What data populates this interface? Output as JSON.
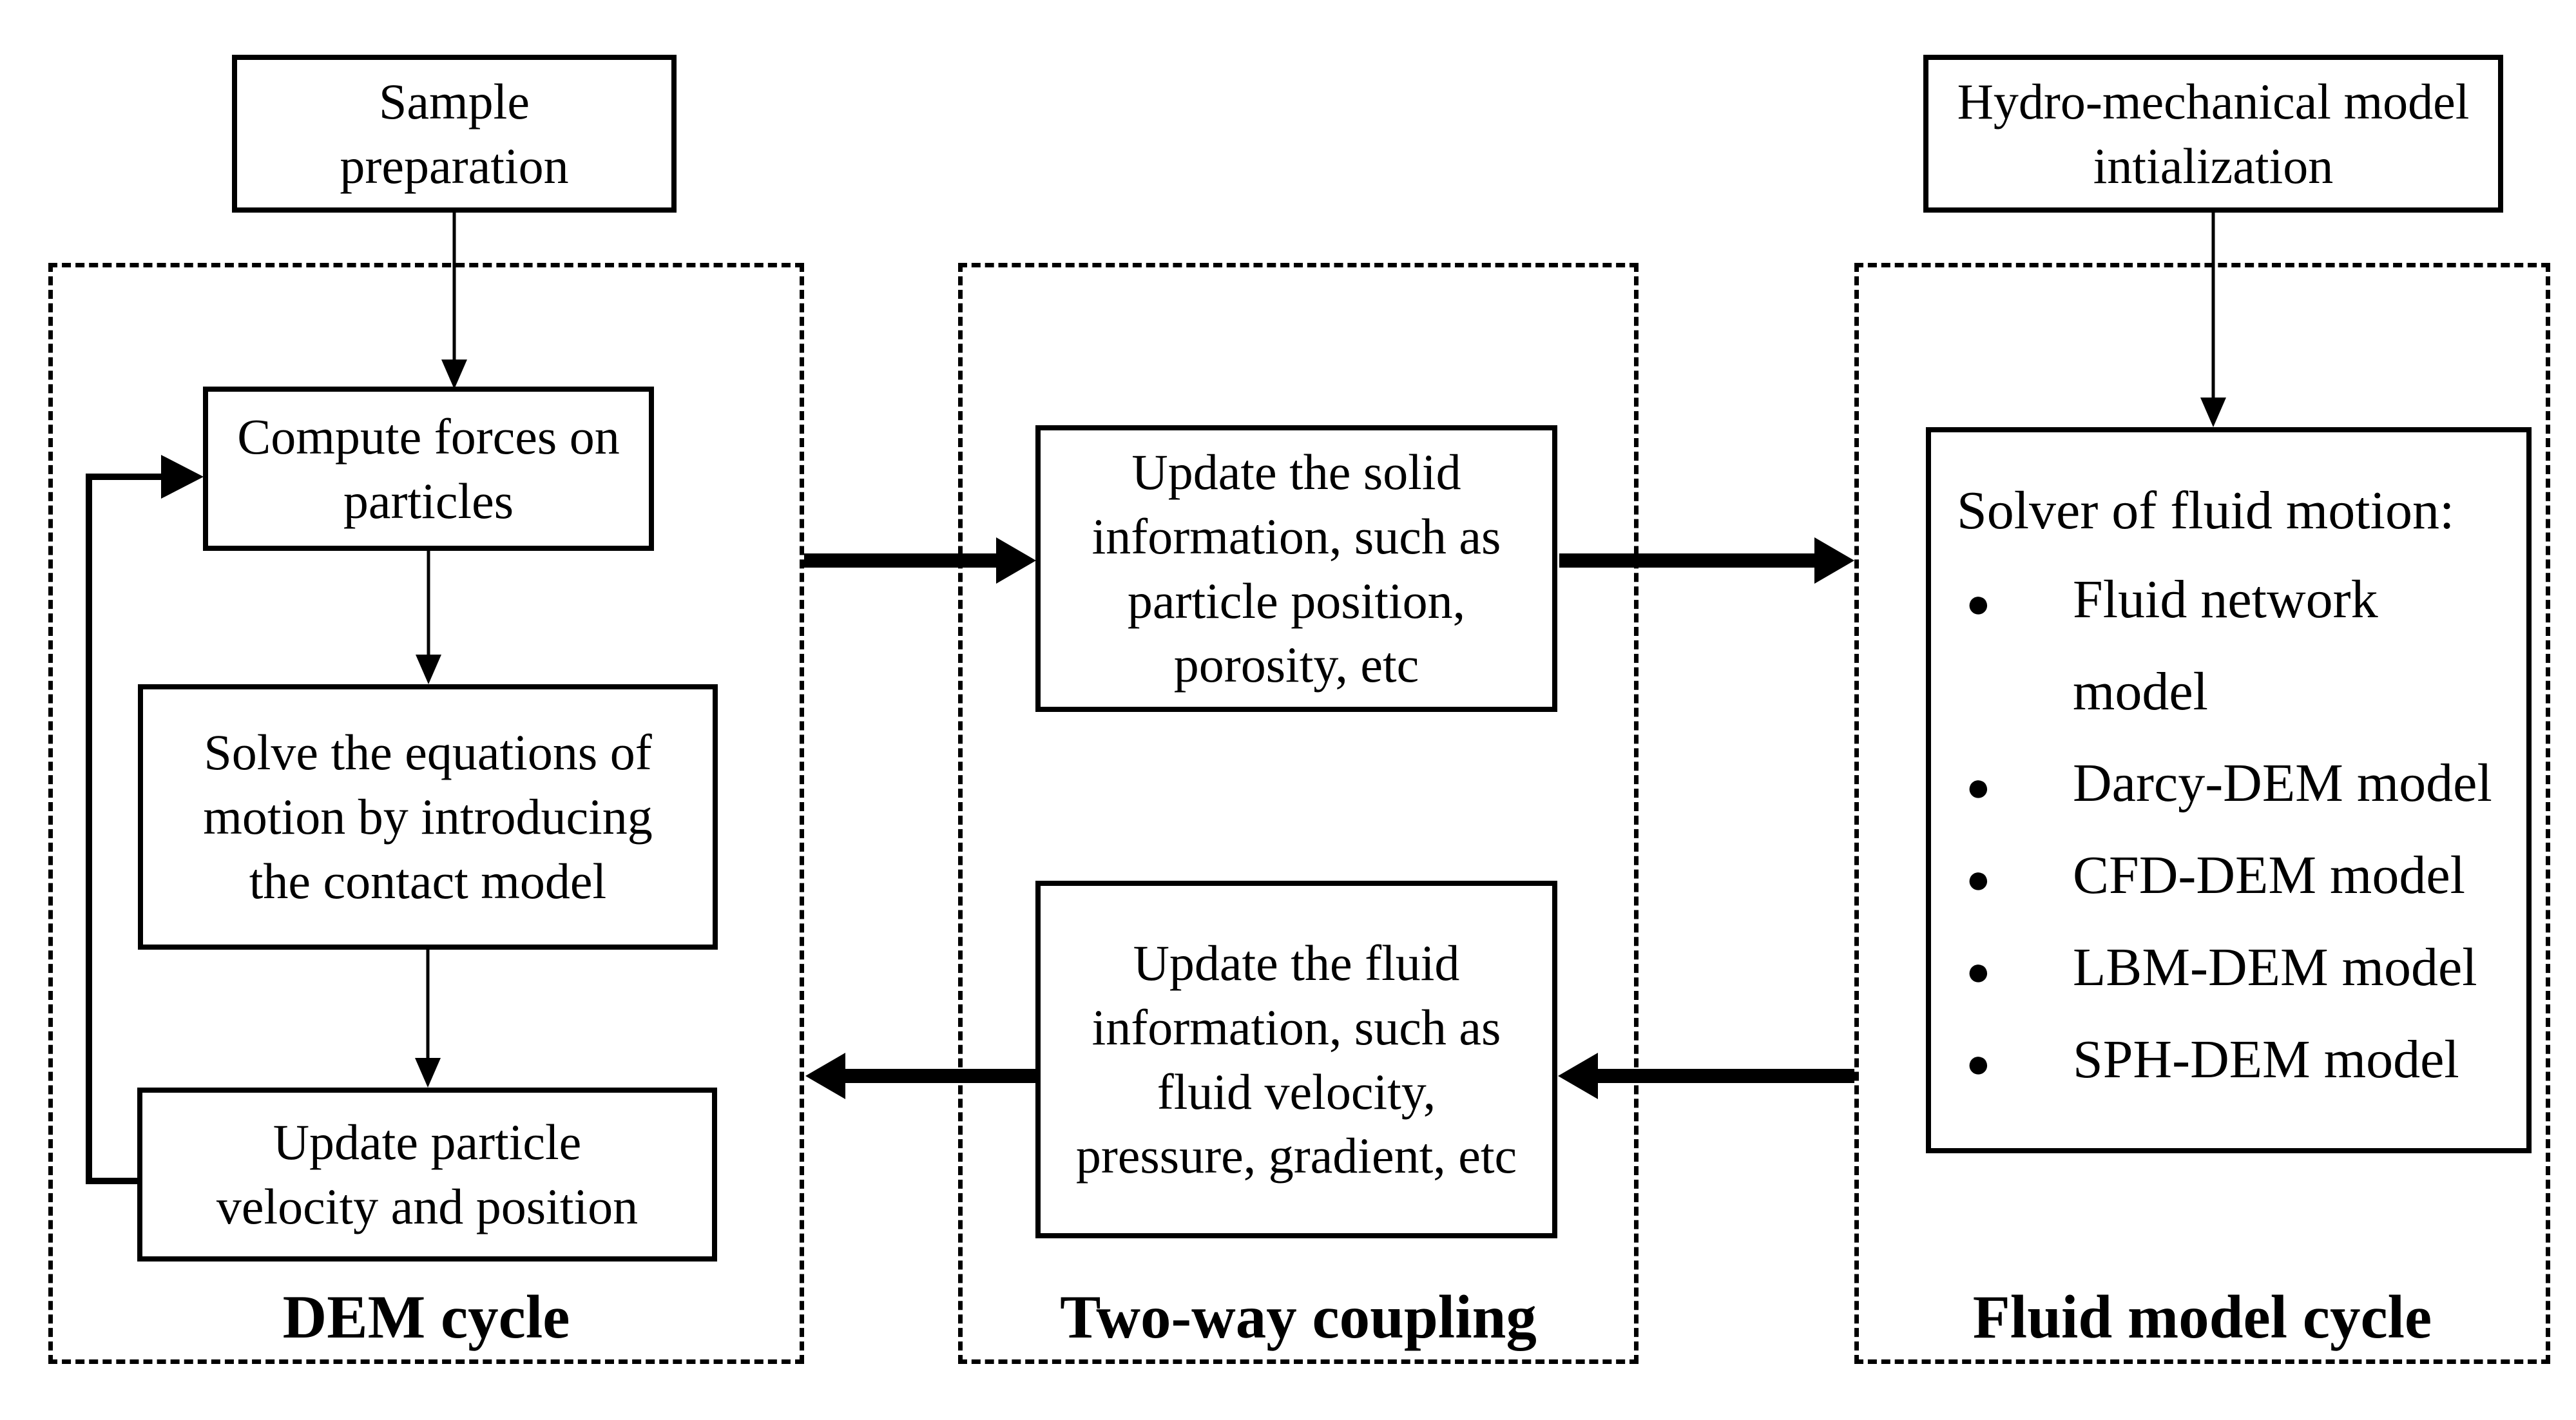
{
  "colors": {
    "ink": "#000000",
    "background": "#ffffff"
  },
  "icons": {
    "bullet": "●"
  },
  "sections": {
    "dem": {
      "label": "DEM cycle"
    },
    "coupling": {
      "label": "Two-way coupling"
    },
    "fluid": {
      "label": "Fluid model cycle"
    }
  },
  "nodes": {
    "sample_preparation": {
      "text": "Sample\npreparation"
    },
    "hydro_init": {
      "text": "Hydro-mechanical model\nintialization"
    },
    "compute_forces": {
      "text": "Compute forces on\nparticles"
    },
    "solve_equations": {
      "text": "Solve the equations of\nmotion by introducing\nthe contact model"
    },
    "update_particle": {
      "text": "Update particle\nvelocity and position"
    },
    "update_solid": {
      "text": "Update the solid\ninformation, such as\nparticle position,\nporosity, etc"
    },
    "update_fluid": {
      "text": "Update the fluid\ninformation, such as\nfluid velocity,\npressure, gradient, etc"
    },
    "fluid_solver": {
      "title": "Solver of fluid motion:",
      "bullets": [
        "Fluid network model",
        "Darcy-DEM model",
        "CFD-DEM model",
        "LBM-DEM model",
        "SPH-DEM model"
      ]
    }
  }
}
